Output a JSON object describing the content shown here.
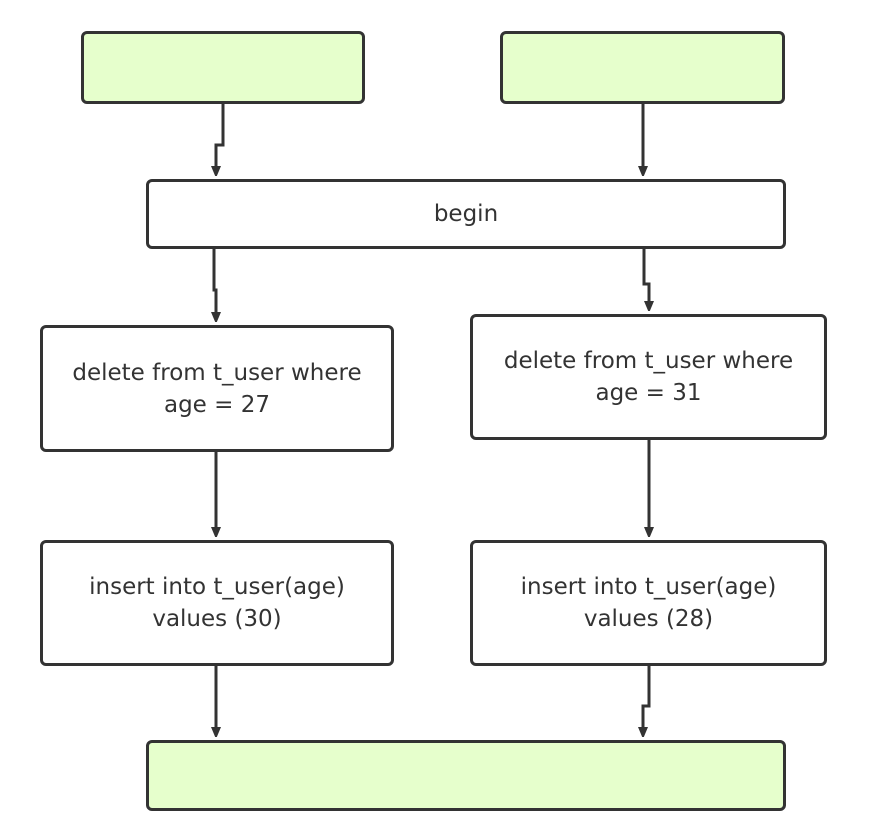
{
  "colors": {
    "stroke": "#333333",
    "terminal_fill": "#e6ffcc",
    "process_fill": "#ffffff"
  },
  "nodes": {
    "transaction1": {
      "label": ""
    },
    "transaction2": {
      "label": ""
    },
    "begin": {
      "label": "begin"
    },
    "delete1": {
      "line1": "delete from t_user where",
      "line2": "age = 27"
    },
    "delete2": {
      "line1": "delete from t_user where",
      "line2": "age = 31"
    },
    "insert1": {
      "line1": "insert into t_user(age)",
      "line2": "values (30)"
    },
    "insert2": {
      "line1": "insert into t_user(age)",
      "line2": "values (28)"
    },
    "deadlock": {
      "label": ""
    }
  }
}
